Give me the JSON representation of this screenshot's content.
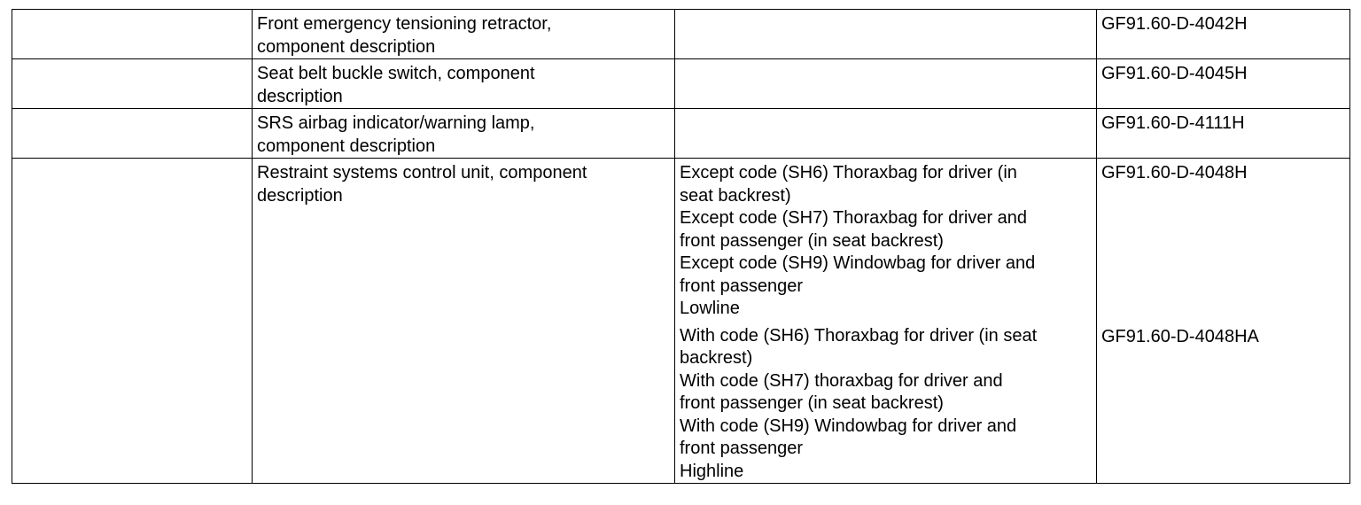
{
  "rows": [
    {
      "component": [
        "Front emergency tensioning retractor,",
        "component description"
      ],
      "document": "GF91.60-D-4042H"
    },
    {
      "component": [
        "Seat belt buckle switch, component",
        "description"
      ],
      "document": "GF91.60-D-4045H"
    },
    {
      "component": [
        "SRS airbag indicator/warning lamp,",
        "component description"
      ],
      "document": "GF91.60-D-4111H"
    },
    {
      "component": [
        "Restraint systems control unit, component",
        "description"
      ],
      "variants": [
        {
          "lines": [
            "Except code (SH6) Thoraxbag for driver (in",
            "seat backrest)",
            "Except code (SH7) Thoraxbag for driver and",
            "front passenger (in seat backrest)",
            "Except code (SH9) Windowbag for driver and",
            "front passenger",
            "Lowline"
          ],
          "document": "GF91.60-D-4048H"
        },
        {
          "lines": [
            "With code (SH6) Thoraxbag for driver (in seat",
            "backrest)",
            "With code (SH7) thoraxbag for driver and",
            "front passenger (in seat backrest)",
            "With code (SH9) Windowbag for driver and",
            "front passenger",
            "Highline"
          ],
          "document": "GF91.60-D-4048HA"
        }
      ]
    }
  ]
}
